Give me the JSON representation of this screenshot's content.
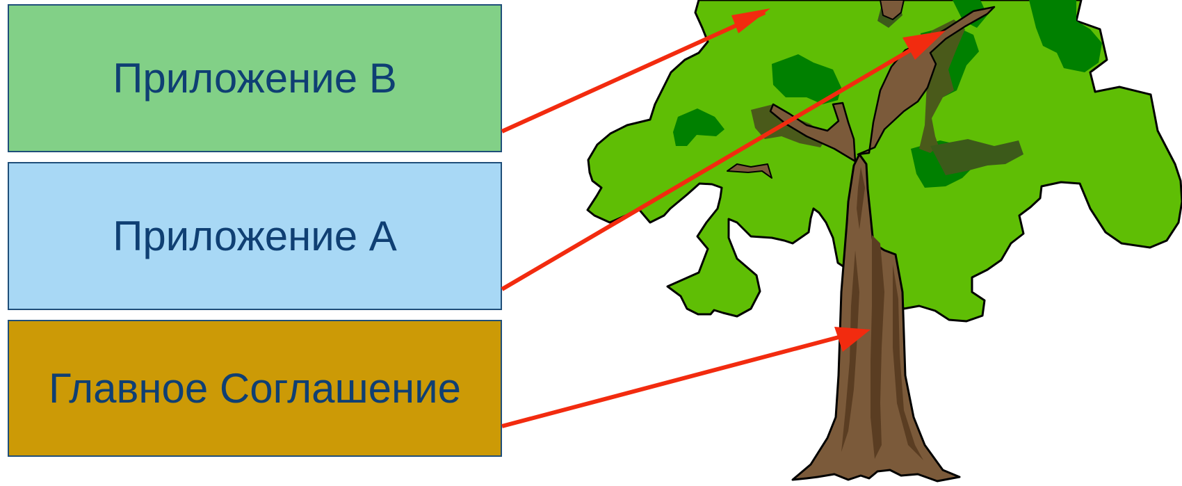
{
  "diagram": {
    "boxes": [
      {
        "id": "app_b",
        "label": "Приложение В",
        "fill": "#82d087"
      },
      {
        "id": "app_a",
        "label": "Приложение А",
        "fill": "#a8d8f5"
      },
      {
        "id": "main",
        "label": "Главное Соглашение",
        "fill": "#cc9a06"
      }
    ],
    "box_border_color": "#1f4e79",
    "text_color": "#0f3f73",
    "arrow_color": "#f22b0f",
    "tree": {
      "foliage_color": "#5fbe05",
      "foliage_dark_color": "#008000",
      "trunk_color": "#7b5a3a",
      "trunk_shadow_color": "#5a3d22",
      "outline_color": "#000000"
    },
    "connections": [
      {
        "from": "app_b",
        "to": "tree-foliage-top"
      },
      {
        "from": "app_a",
        "to": "tree-branch"
      },
      {
        "from": "main",
        "to": "tree-trunk"
      }
    ]
  }
}
